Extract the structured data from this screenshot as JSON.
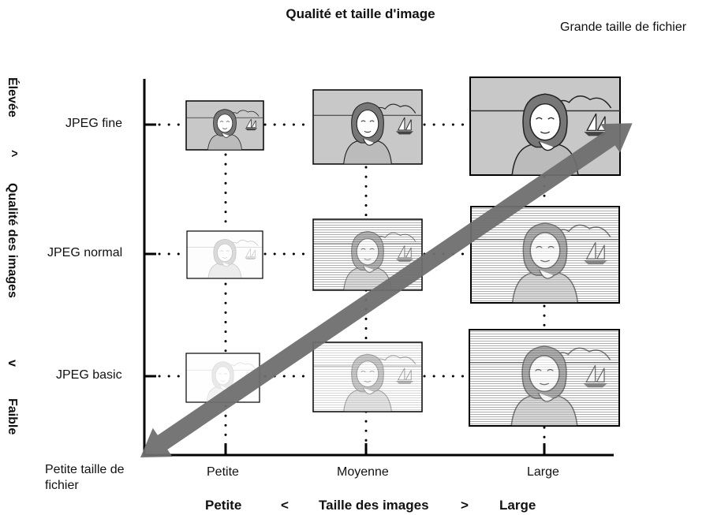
{
  "title": "Qualité et taille d'image",
  "top_right_label": "Grande taille de fichier",
  "bottom_left_label": "Petite taille de fichier",
  "rows": [
    "JPEG fine",
    "JPEG normal",
    "JPEG basic"
  ],
  "columns": [
    "Petite",
    "Moyenne",
    "Large"
  ],
  "y_axis": {
    "high": "Élevée",
    "title": "Qualité des images",
    "low": "Faible",
    "up_symbol": "^",
    "down_symbol": "v"
  },
  "x_axis": {
    "low": "Petite",
    "title": "Taille des images",
    "high": "Large",
    "lt_symbol": "<",
    "gt_symbol": ">"
  }
}
